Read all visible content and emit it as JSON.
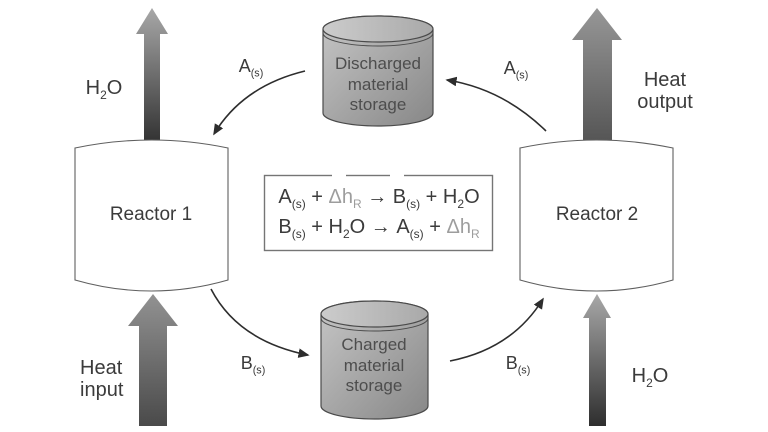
{
  "colors": {
    "diagram_text": "#3b3b3b",
    "equation_heat_term_gray": "#9d9d9d",
    "cylinder_fill_light": "#c6c6c6",
    "cylinder_fill_dark": "#878787",
    "arrow_gradient_light": "#a8a8a8",
    "arrow_gradient_dark": "#343434",
    "outline": "#5a5a5a"
  },
  "reactor1": {
    "label": "Reactor 1"
  },
  "reactor2": {
    "label": "Reactor 2"
  },
  "storages": {
    "discharged": {
      "line1": "Discharged",
      "line2": "material",
      "line3": "storage"
    },
    "charged": {
      "line1": "Charged",
      "line2": "material",
      "line3": "storage"
    }
  },
  "flows": {
    "h2o_out_reactor1": {
      "base": "H",
      "sub": "2",
      "rest": "O"
    },
    "h2o_in_reactor2": {
      "base": "H",
      "sub": "2",
      "rest": "O"
    },
    "heat_input": {
      "line1": "Heat",
      "line2": "input"
    },
    "heat_output": {
      "line1": "Heat",
      "line2": "output"
    },
    "a_to_reactor1": {
      "base": "A",
      "sub": "(s)"
    },
    "a_from_reactor2": {
      "base": "A",
      "sub": "(s)"
    },
    "b_from_reactor1": {
      "base": "B",
      "sub": "(s)"
    },
    "b_to_reactor2": {
      "base": "B",
      "sub": "(s)"
    }
  },
  "equations": {
    "line1": {
      "p1": "A",
      "s1": "(s)",
      "p2": " + ",
      "p3": "Δh",
      "s2": "R",
      "p4": " → ",
      "p5": "B",
      "s3": "(s)",
      "p6": " + ",
      "p7": "H",
      "s4": "2",
      "p8": "O"
    },
    "line2": {
      "p1": "B",
      "s1": "(s)",
      "p2": " + ",
      "p3": "H",
      "s2": "2",
      "p4": "O",
      "p5": " → ",
      "p6": "A",
      "s3": "(s)",
      "p7": " + ",
      "p8": "Δh",
      "s4": "R"
    }
  }
}
